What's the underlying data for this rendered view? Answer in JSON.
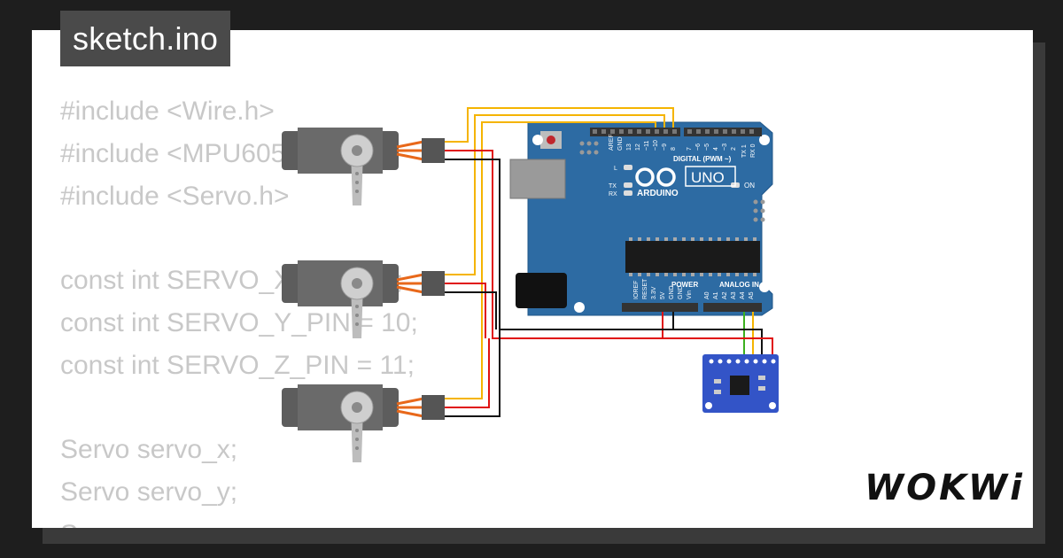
{
  "tab": {
    "filename": "sketch.ino"
  },
  "code_lines": [
    "#include <Wire.h>",
    "#include <MPU6050.h>",
    "#include <Servo.h>",
    "",
    "const int SERVO_X_PIN = 9;",
    "const int SERVO_Y_PIN = 10;",
    "const int SERVO_Z_PIN = 11;",
    "",
    "Servo servo_x;",
    "Servo servo_y;",
    "Servo servo_z;"
  ],
  "brand": {
    "logo_text": "WOKWi"
  },
  "arduino": {
    "model": "UNO",
    "brand": "ARDUINO",
    "digital_label": "DIGITAL (PWM ~)",
    "power_label": "POWER",
    "analog_label": "ANALOG IN",
    "on_label": "ON",
    "led_l": "L",
    "led_tx": "TX",
    "led_rx": "RX",
    "digital_pins": [
      "AREF",
      "GND",
      "13",
      "12",
      "~11",
      "~10",
      "~9",
      "8",
      "7",
      "~6",
      "~5",
      "4",
      "~3",
      "2",
      "TX 1",
      "RX 0"
    ],
    "power_pins": [
      "IOREF",
      "RESET",
      "3.3V",
      "5V",
      "GND",
      "GND",
      "Vin"
    ],
    "analog_pins": [
      "A0",
      "A1",
      "A2",
      "A3",
      "A4",
      "A5"
    ]
  },
  "colors": {
    "board_blue": "#2d6ba3",
    "wire_yellow": "#f5b400",
    "wire_red": "#e01010",
    "wire_black": "#111111",
    "wire_green": "#3cb01e",
    "servo_body": "#5d5d5d",
    "mpu_blue": "#3354c7"
  }
}
